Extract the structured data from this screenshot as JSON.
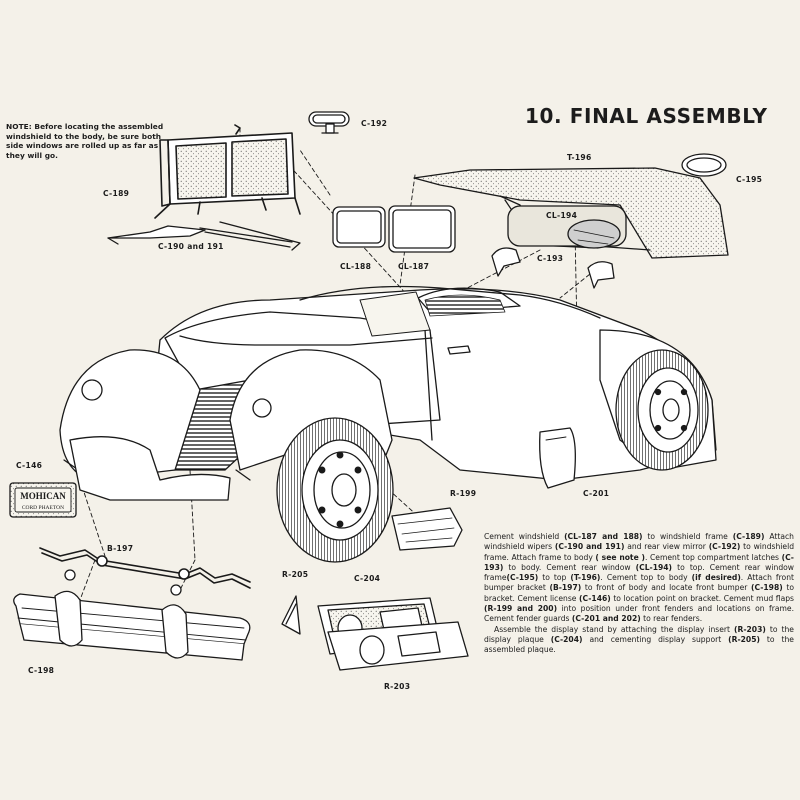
{
  "title": "10. FINAL ASSEMBLY",
  "note": {
    "label": "NOTE:",
    "text": " Before locating the assembled windshield to the body, be sure both side windows are rolled up as far as they will go."
  },
  "part_labels": {
    "c192": "C-192",
    "c189": "C-189",
    "c190_191": "C-190 and 191",
    "cl188": "CL-188",
    "cl187": "CL-187",
    "t196": "T-196",
    "c195": "C-195",
    "cl194": "CL-194",
    "c193": "C-193",
    "c146": "C-146",
    "b197": "B-197",
    "r199": "R-199",
    "c201": "C-201",
    "r205": "R-205",
    "c204": "C-204",
    "c198": "C-198",
    "r203": "R-203"
  },
  "plaque_text": {
    "line1": "MOHICAN",
    "line2": "CORD PHAETON"
  },
  "instructions": {
    "p1": [
      {
        "t": "Cement windshield ",
        "b": false
      },
      {
        "t": "(CL-187 and 188)",
        "b": true
      },
      {
        "t": " to windshield frame ",
        "b": false
      },
      {
        "t": "(C-189)",
        "b": true
      },
      {
        "t": " Attach windshield wipers ",
        "b": false
      },
      {
        "t": "(C-190 and 191)",
        "b": true
      },
      {
        "t": " and rear view mirror ",
        "b": false
      },
      {
        "t": "(C-192)",
        "b": true
      },
      {
        "t": " to windshield frame. Attach frame to body ",
        "b": false
      },
      {
        "t": "( see note )",
        "b": true
      },
      {
        "t": ". Cement top compartment latches ",
        "b": false
      },
      {
        "t": "(C-193)",
        "b": true
      },
      {
        "t": " to body. Cement rear window ",
        "b": false
      },
      {
        "t": "(CL-194)",
        "b": true
      },
      {
        "t": " to top. Cement rear window frame",
        "b": false
      },
      {
        "t": "(C-195)",
        "b": true
      },
      {
        "t": " to top ",
        "b": false
      },
      {
        "t": "(T-196)",
        "b": true
      },
      {
        "t": ". Cement top to body ",
        "b": false
      },
      {
        "t": "(if desired)",
        "b": true
      },
      {
        "t": ". Attach front bumper bracket ",
        "b": false
      },
      {
        "t": "(B-197)",
        "b": true
      },
      {
        "t": " to front of body and locate front bumper ",
        "b": false
      },
      {
        "t": "(C-198)",
        "b": true
      },
      {
        "t": " to bracket. Cement license ",
        "b": false
      },
      {
        "t": "(C-146)",
        "b": true
      },
      {
        "t": " to location point on bracket. Cement mud flaps ",
        "b": false
      },
      {
        "t": "(R-199 and 200)",
        "b": true
      },
      {
        "t": " into position under front fenders and locations on frame. Cement fender guards ",
        "b": false
      },
      {
        "t": "(C-201 and 202)",
        "b": true
      },
      {
        "t": " to rear fenders.",
        "b": false
      }
    ],
    "p2": [
      {
        "t": "Assemble the display stand by attaching the display insert ",
        "b": false
      },
      {
        "t": "(R-203)",
        "b": true
      },
      {
        "t": " to the display plaque ",
        "b": false
      },
      {
        "t": "(C-204)",
        "b": true
      },
      {
        "t": " and cementing display support ",
        "b": false
      },
      {
        "t": "(R-205)",
        "b": true
      },
      {
        "t": " to the assembled plaque.",
        "b": false
      }
    ]
  }
}
